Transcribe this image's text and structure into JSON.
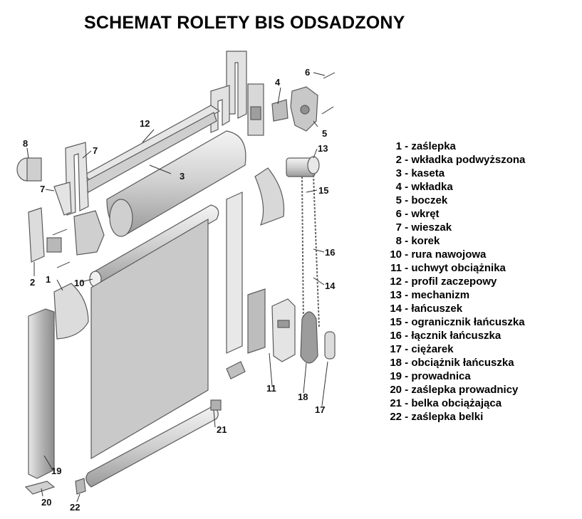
{
  "title": "SCHEMAT ROLETY BIS ODSADZONY",
  "legend": [
    {
      "num": "1",
      "text": "zaślepka"
    },
    {
      "num": "2",
      "text": "wkładka podwyższona"
    },
    {
      "num": "3",
      "text": "kaseta"
    },
    {
      "num": "4",
      "text": "wkładka"
    },
    {
      "num": "5",
      "text": "boczek"
    },
    {
      "num": "6",
      "text": "wkręt"
    },
    {
      "num": "7",
      "text": "wieszak"
    },
    {
      "num": "8",
      "text": "korek"
    },
    {
      "num": "10",
      "text": "rura nawojowa"
    },
    {
      "num": "11",
      "text": "uchwyt obciążnika"
    },
    {
      "num": "12",
      "text": "profil zaczepowy"
    },
    {
      "num": "13",
      "text": "mechanizm"
    },
    {
      "num": "14",
      "text": "łańcuszek"
    },
    {
      "num": "15",
      "text": "ogranicznik łańcuszka"
    },
    {
      "num": "16",
      "text": "łącznik łańcuszka"
    },
    {
      "num": "17",
      "text": "ciężarek"
    },
    {
      "num": "18",
      "text": "obciążnik łańcuszka"
    },
    {
      "num": "19",
      "text": "prowadnica"
    },
    {
      "num": "20",
      "text": "zaślepka prowadnicy"
    },
    {
      "num": "21",
      "text": "belka obciążająca"
    },
    {
      "num": "22",
      "text": "zaślepka belki"
    }
  ],
  "callouts": {
    "c1": "1",
    "c2": "2",
    "c3": "3",
    "c4": "4",
    "c5": "5",
    "c6": "6",
    "c7a": "7",
    "c7b": "7",
    "c8": "8",
    "c10": "10",
    "c11": "11",
    "c12": "12",
    "c13": "13",
    "c14": "14",
    "c15": "15",
    "c16": "16",
    "c17": "17",
    "c18": "18",
    "c19": "19",
    "c20": "20",
    "c21": "21",
    "c22": "22"
  },
  "colors": {
    "part_fill": "#dcdcdc",
    "part_dark": "#a8a8a8",
    "fabric": "#c9c9c9",
    "outline": "#5a5a5a"
  }
}
